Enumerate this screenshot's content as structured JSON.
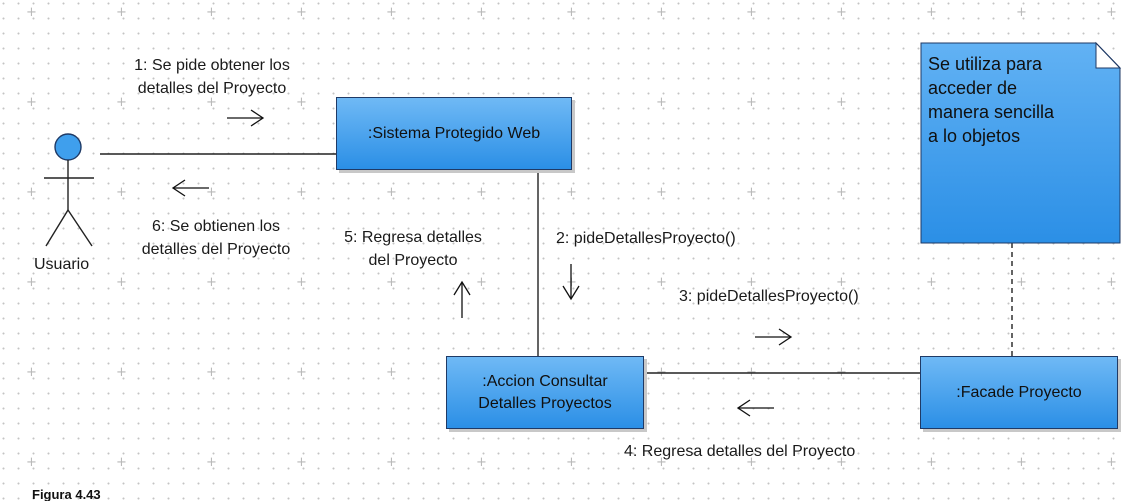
{
  "diagram": {
    "actor": {
      "name": "Usuario"
    },
    "objects": {
      "sistema": ":Sistema Protegido Web",
      "accion_line1": ":Accion Consultar",
      "accion_line2": "Detalles Proyectos",
      "facade": ":Facade Proyecto"
    },
    "messages": {
      "m1_line1": "1: Se pide obtener los",
      "m1_line2": "detalles del Proyecto",
      "m2": "2: pideDetallesProyecto()",
      "m3": "3: pideDetallesProyecto()",
      "m4": "4: Regresa detalles del Proyecto",
      "m5_line1": "5: Regresa detalles",
      "m5_line2": "del Proyecto",
      "m6_line1": "6: Se obtienen los",
      "m6_line2": "detalles del Proyecto"
    },
    "note": "Se utiliza para\nacceder de\nmanera sencilla\na lo objetos",
    "caption": "Figura 4.43"
  },
  "colors": {
    "box_top": "#6fb9f5",
    "box_bottom": "#2b8fe6",
    "border": "#1f3a66"
  }
}
